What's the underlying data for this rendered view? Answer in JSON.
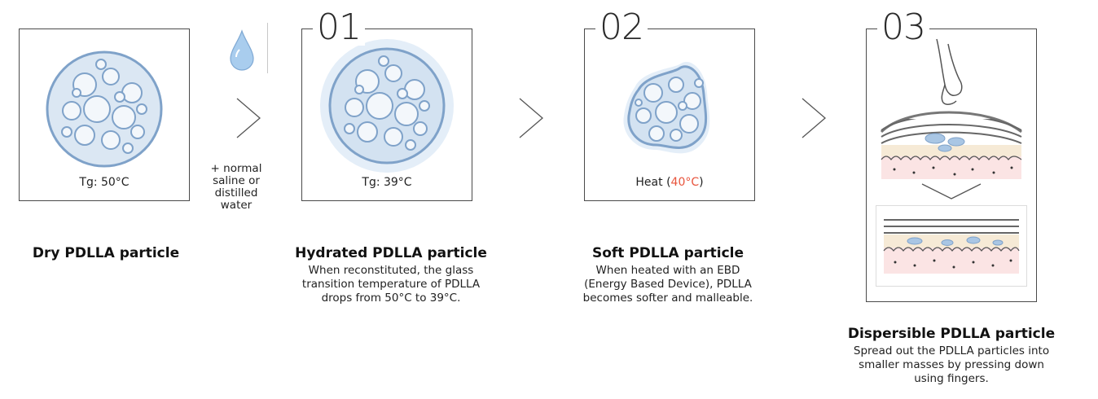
{
  "panels": {
    "dry": {
      "tg": "Tg: 50°C"
    },
    "hydrated": {
      "number": "01",
      "tg": "Tg: 39°C"
    },
    "soft": {
      "number": "02",
      "heat_prefix": "Heat (",
      "heat_value": "40°C",
      "heat_suffix": ")"
    },
    "dispersible": {
      "number": "03"
    }
  },
  "additive_note": [
    "+ normal",
    "saline or",
    "distilled",
    "water"
  ],
  "captions": {
    "dry": {
      "title": "Dry PDLLA particle"
    },
    "hydrated": {
      "title": "Hydrated PDLLA particle",
      "lines": [
        "When reconstituted, the glass",
        "transition temperature of PDLLA",
        "drops from 50°C to 39°C."
      ]
    },
    "soft": {
      "title": "Soft PDLLA particle",
      "lines": [
        "When heated with an EBD",
        "(Energy Based Device), PDLLA",
        "becomes softer and malleable."
      ]
    },
    "dispersible": {
      "title": "Dispersible PDLLA particle",
      "lines": [
        "Spread out the PDLLA particles into",
        "smaller masses by pressing down",
        "using fingers."
      ]
    }
  },
  "colors": {
    "accent_red": "#e8543c",
    "particle_blue": "#a9c6e4",
    "water_drop": "#9cc2e6"
  },
  "icons": [
    "water-drop-icon",
    "chevron-right-icon",
    "chevron-down-icon",
    "finger-press-icon",
    "skin-layers-icon"
  ]
}
